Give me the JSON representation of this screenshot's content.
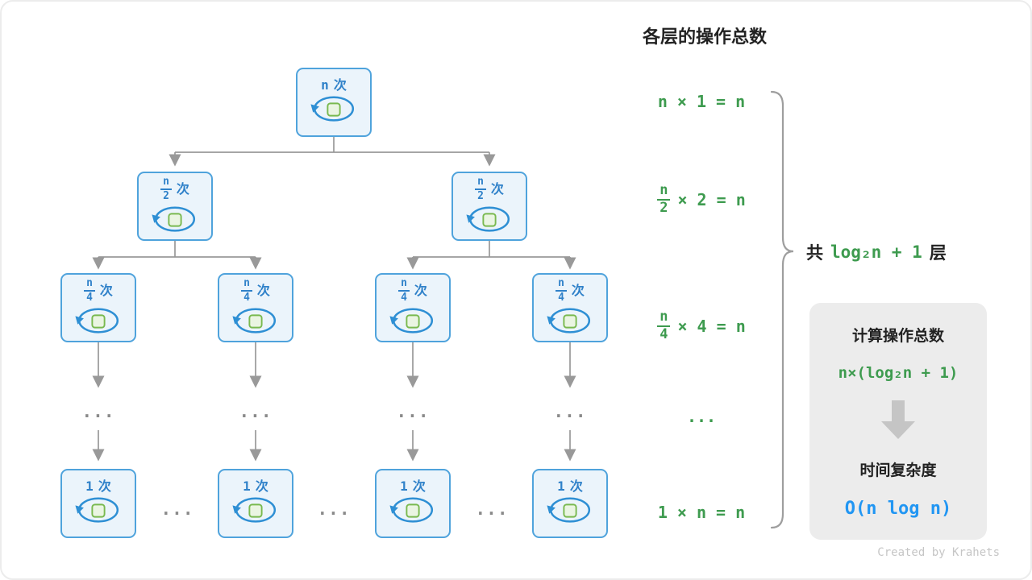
{
  "title": "各层的操作总数",
  "tree": {
    "root": {
      "value": "n",
      "suffix": "次"
    },
    "level2": {
      "num": "n",
      "den": "2",
      "suffix": "次"
    },
    "level3": {
      "num": "n",
      "den": "4",
      "suffix": "次"
    },
    "bottom": {
      "value": "1",
      "suffix": "次"
    },
    "dots": "..."
  },
  "equations": [
    {
      "text": "n × 1 = n"
    },
    {
      "num": "n",
      "den": "2",
      "rest": "× 2 = n"
    },
    {
      "num": "n",
      "den": "4",
      "rest": "× 4 = n"
    },
    {
      "text": "..."
    },
    {
      "text": "1 × n = n"
    }
  ],
  "brace_label": {
    "prefix": "共",
    "formula": "log₂n + 1",
    "suffix": "层"
  },
  "summary": {
    "title": "计算操作总数",
    "formula": "n×(log₂n + 1)",
    "result_title": "时间复杂度",
    "result": "O(n log n)"
  },
  "credit": "Created by Krahets",
  "colors": {
    "node_border": "#4FA3DC",
    "node_bg": "#EBF4FB",
    "node_text": "#2F81C9",
    "loop_blue": "#2E8FD4",
    "square_fill": "#EAF5E2",
    "square_border": "#79B94F",
    "connector_gray": "#999999",
    "equation_green": "#3E9B4F",
    "result_blue": "#2196F3",
    "panel_bg": "#ECECEC"
  }
}
